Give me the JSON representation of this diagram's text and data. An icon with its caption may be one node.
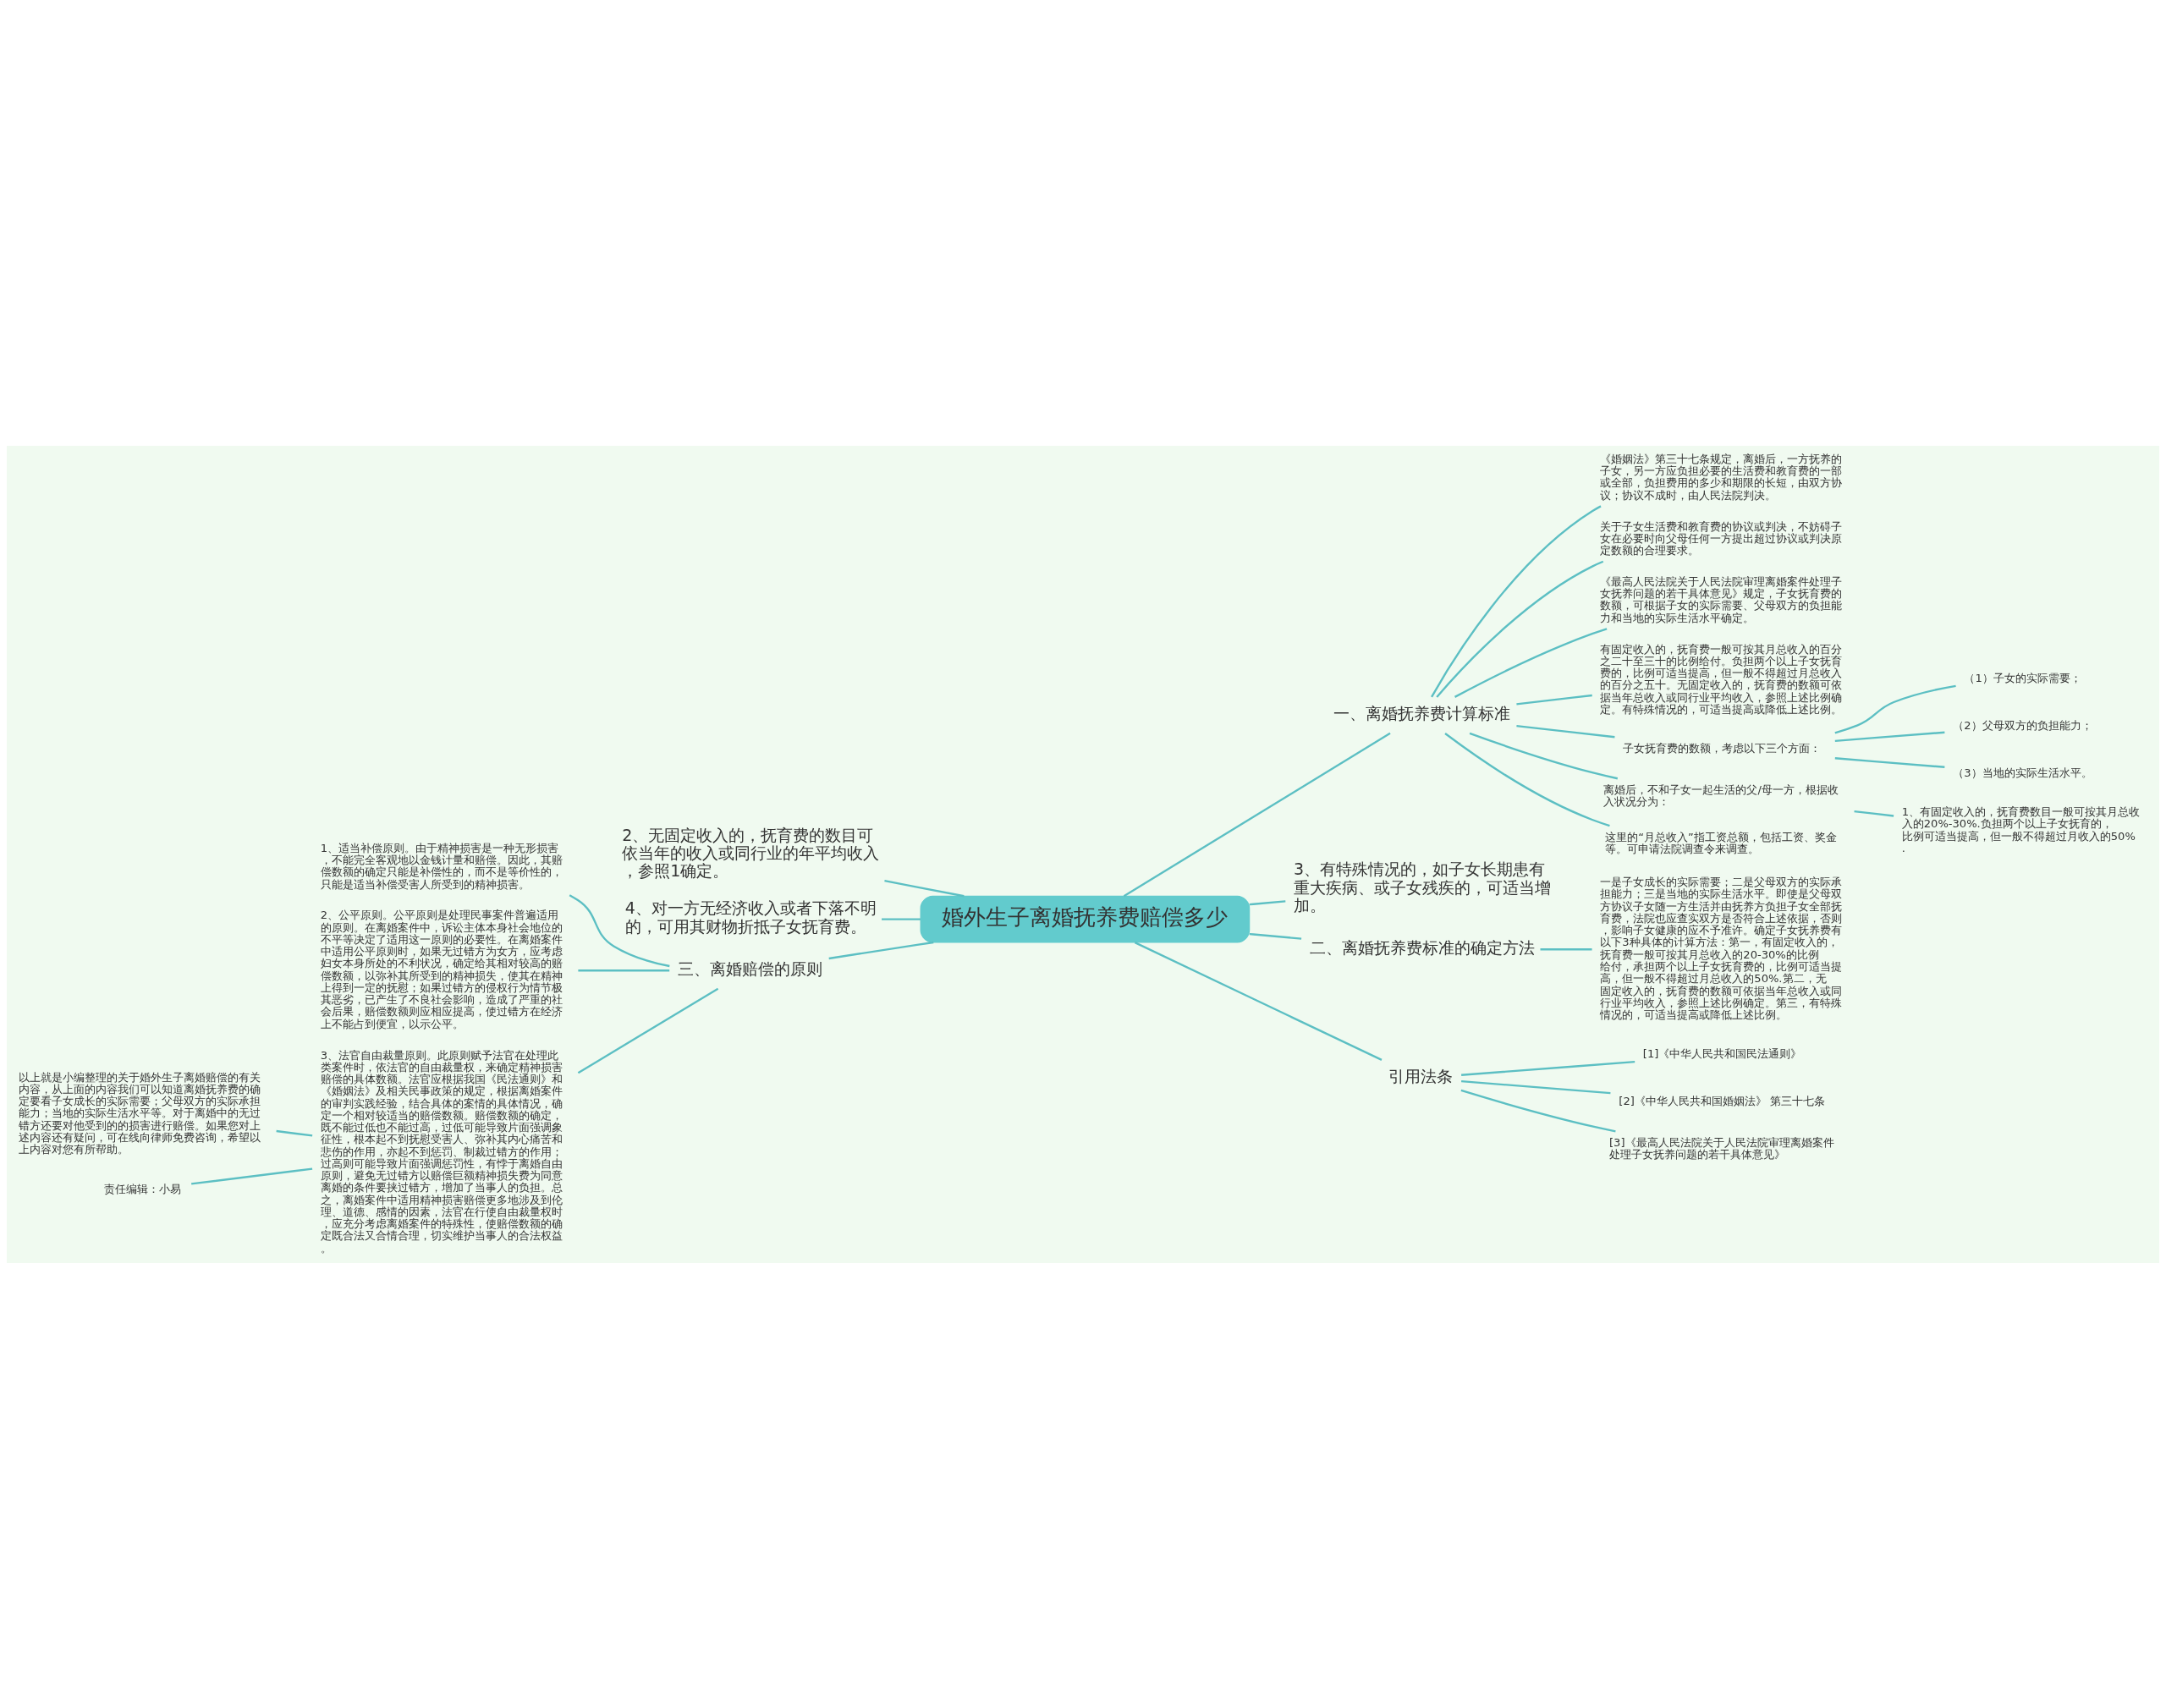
{
  "diagram": {
    "nodes": [
      {
        "text": [
          "婚外生子离婚抚养费赔偿多少"
        ]
      },
      {
        "text": [
          "一、离婚抚养费计算标准"
        ]
      },
      {
        "text": [
          "《婚姻法》第三十七条规定，离婚后，一方抚养的子女，另一方应负担必要的生活费和教育费的一部或全部，负担费用的多少和期限的长短，由双方协议；协议不成时，由人民法院判决。"
        ]
      },
      {
        "text": [
          "关于子女生活费和教育费的协议或判决，不妨碍子女在必要时向父母任何一方提出超过协议或判决原定数额的合理要求。"
        ]
      },
      {
        "text": [
          "《最高人民法院关于人民法院审理离婚案件处理子女抚养问题的若干具体意见》规定，子女抚育费的数额，可根据子女的实际需要、父母双方的负担能力和当地的实际生活水平确定。"
        ]
      },
      {
        "text": [
          "有固定收入的，抚育费一般可按其月总收入的百分之二十至三十的比例给付。负担两个以上子女抚育费的，比例可适当提高，但一般不得超过月总收入的百分之五十。无固定收入的，抚育费的数额可依据当年总收入或同行业平均收入，参照上述比例确定。有特殊情况的，可适当提高或降低上述比例。"
        ]
      },
      {
        "text": [
          "子女抚育费的数额，考虑以下三个方面："
        ]
      },
      {
        "text": [
          "（1）子女的实际需要；"
        ]
      },
      {
        "text": [
          "（2）父母双方的负担能力；"
        ]
      },
      {
        "text": [
          "（3）当地的实际生活水平。"
        ]
      },
      {
        "text": [
          "离婚后，不和子女一起生活的父/母一方，根据收入状况分为："
        ]
      },
      {
        "text": [
          "1、有固定收入的，抚育费数目一般可按其月总收入的20%-30%.负担两个以上子女抚育的，比例可适当提高，但一般不得超过月收入的50%."
        ]
      },
      {
        "text": [
          "这里的“月总收入”指工资总额，包括工资、奖金等。可申请法院调查令来调查。"
        ]
      },
      {
        "text": [
          "3、有特殊情况的，如子女长期患有重大疾病、或子女残疾的，可适当增加。"
        ]
      },
      {
        "text": [
          "二、离婚抚养费标准的确定方法"
        ]
      },
      {
        "text": [
          "一是子女成长的实际需要；二是父母双方的实际承担能力；三是当地的实际生活水平。即使是父母双方协议子女随一方生活并由抚养方负担子女全部抚育费，法院也应查实双方是否符合上述依据，否则，影响子女健康的应不予准许。确定子女抚养费有以下3种具体的计算方法：第一，有固定收入的，抚育费一般可按其月总收入的20-30%的比例给付，承担两个以上子女抚育费的，比例可适当提高，但一般不得超过月总收入的50%.第二，无固定收入的，抚育费的数额可依据当年总收入或同行业平均收入，参照上述比例确定。第三，有特殊情况的，可适当提高或降低上述比例。"
        ]
      },
      {
        "text": [
          "引用法条"
        ]
      },
      {
        "text": [
          "[1]《中华人民共和国民法通则》"
        ]
      },
      {
        "text": [
          "[2]《中华人民共和国婚姻法》 第三十七条"
        ]
      },
      {
        "text": [
          "[3]《最高人民法院关于人民法院审理离婚案件处理子女抚养问题的若干具体意见》"
        ]
      },
      {
        "text": [
          "2、无固定收入的，抚育费的数目可依当年的收入或同行业的年平均收入，参照1确定。"
        ]
      },
      {
        "text": [
          "4、对一方无经济收入或者下落不明的，可用其财物折抵子女抚育费。"
        ]
      },
      {
        "text": [
          "三、离婚赔偿的原则"
        ]
      },
      {
        "text": [
          "1、适当补偿原则。由于精神损害是一种无形损害，不能完全客观地以金钱计量和赔偿。因此，其赔偿数额的确定只能是补偿性的，而不是等价性的，只能是适当补偿受害人所受到的精神损害。"
        ]
      },
      {
        "text": [
          "2、公平原则。公平原则是处理民事案件普遍适用的原则。在离婚案件中，诉讼主体本身社会地位的不平等决定了适用这一原则的必要性。在离婚案件中适用公平原则时，如果无过错方为女方，应考虑妇女本身所处的不利状况，确定给其相对较高的赔偿数额，以弥补其所受到的精神损失，使其在精神上得到一定的抚慰；如果过错方的侵权行为情节极其恶劣，已产生了不良社会影响，造成了严重的社会后果，赔偿数额则应相应提高，使过错方在经济上不能占到便宜，以示公平。"
        ]
      },
      {
        "text": [
          "3、法官自由裁量原则。此原则赋予法官在处理此类案件时，依法官的自由裁量权，来确定精神损害赔偿的具体数额。法官应根据我国《民法通则》和《婚姻法》及相关民事政策的规定，根据离婚案件的审判实践经验，结合具体的案情的具体情况，确定一个相对较适当的赔偿数额。赔偿数额的确定，既不能过低也不能过高，过低可能导致片面强调象征性，根本起不到抚慰受害人、弥补其内心痛苦和悲伤的作用，亦起不到惩罚、制裁过错方的作用；过高则可能导致片面强调惩罚性，有悖于离婚自由原则，避免无过错方以赔偿巨额精神损失费为同意离婚的条件要挟过错方，增加了当事人的负担。总之，离婚案件中适用精神损害赔偿更多地涉及到伦理、道德、感情的因素，法官在行使自由裁量权时，应充分考虑离婚案件的特殊性，使赔偿数额的确定既合法又合情合理，切实维护当事人的合法权益。"
        ]
      },
      {
        "text": [
          "以上就是小编整理的关于婚外生子离婚赔偿的有关内容，从上面的内容我们可以知道离婚抚养费的确定要看子女成长的实际需要；父母双方的实际承担能力；当地的实际生活水平等。对于离婚中的无过错方还要对他受到的的损害进行赔偿。如果您对上述内容还有疑问，可在线向律师免费咨询，希望以上内容对您有所帮助。"
        ]
      },
      {
        "text": [
          "责任编辑：小易"
        ]
      }
    ],
    "edges": [
      {
        "from": 0,
        "to": 1,
        "arrow": "none"
      },
      {
        "from": 1,
        "to": 2,
        "arrow": "none"
      },
      {
        "from": 1,
        "to": 3,
        "arrow": "none"
      },
      {
        "from": 1,
        "to": 4,
        "arrow": "none"
      },
      {
        "from": 1,
        "to": 5,
        "arrow": "none"
      },
      {
        "from": 1,
        "to": 6,
        "arrow": "none"
      },
      {
        "from": 6,
        "to": 7,
        "arrow": "none"
      },
      {
        "from": 6,
        "to": 8,
        "arrow": "none"
      },
      {
        "from": 6,
        "to": 9,
        "arrow": "none"
      },
      {
        "from": 1,
        "to": 10,
        "arrow": "none"
      },
      {
        "from": 10,
        "to": 11,
        "arrow": "none"
      },
      {
        "from": 1,
        "to": 12,
        "arrow": "none"
      },
      {
        "from": 0,
        "to": 13,
        "arrow": "none"
      },
      {
        "from": 0,
        "to": 14,
        "arrow": "none"
      },
      {
        "from": 14,
        "to": 15,
        "arrow": "none"
      },
      {
        "from": 0,
        "to": 16,
        "arrow": "none"
      },
      {
        "from": 16,
        "to": 17,
        "arrow": "none"
      },
      {
        "from": 16,
        "to": 18,
        "arrow": "none"
      },
      {
        "from": 16,
        "to": 19,
        "arrow": "none"
      },
      {
        "from": 20,
        "to": 0,
        "arrow": "none"
      },
      {
        "from": 21,
        "to": 0,
        "arrow": "none"
      },
      {
        "from": 22,
        "to": 0,
        "arrow": "none"
      },
      {
        "from": 23,
        "to": 22,
        "arrow": "none"
      },
      {
        "from": 24,
        "to": 22,
        "arrow": "none"
      },
      {
        "from": 25,
        "to": 22,
        "arrow": "none"
      },
      {
        "from": 26,
        "to": 25,
        "arrow": "none"
      },
      {
        "from": 27,
        "to": 25,
        "arrow": "none"
      }
    ]
  }
}
